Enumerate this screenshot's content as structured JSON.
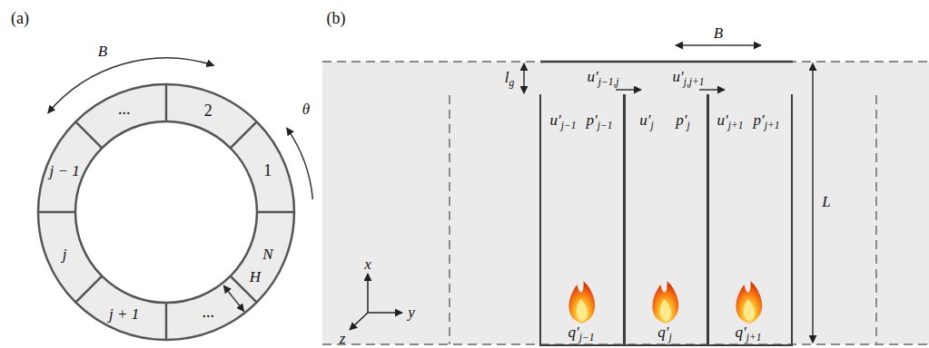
{
  "diagram": {
    "nodes": [
      {
        "text": [
          "u′j−1",
          "p′j−1",
          "q′j−1"
        ]
      },
      {
        "text": [
          "u′j",
          "p′j",
          "q′j"
        ]
      },
      {
        "text": [
          "u′j+1",
          "p′j+1",
          "q′j+1"
        ]
      }
    ],
    "labels": [
      "(a)",
      "(b)",
      "B",
      "θ",
      "H",
      "2",
      "1",
      "N",
      "...",
      "j + 1",
      "j",
      "j − 1",
      "...",
      "B",
      "lg",
      "u′j−1,j",
      "u′j,j+1",
      "L",
      "x",
      "y",
      "z"
    ]
  }
}
